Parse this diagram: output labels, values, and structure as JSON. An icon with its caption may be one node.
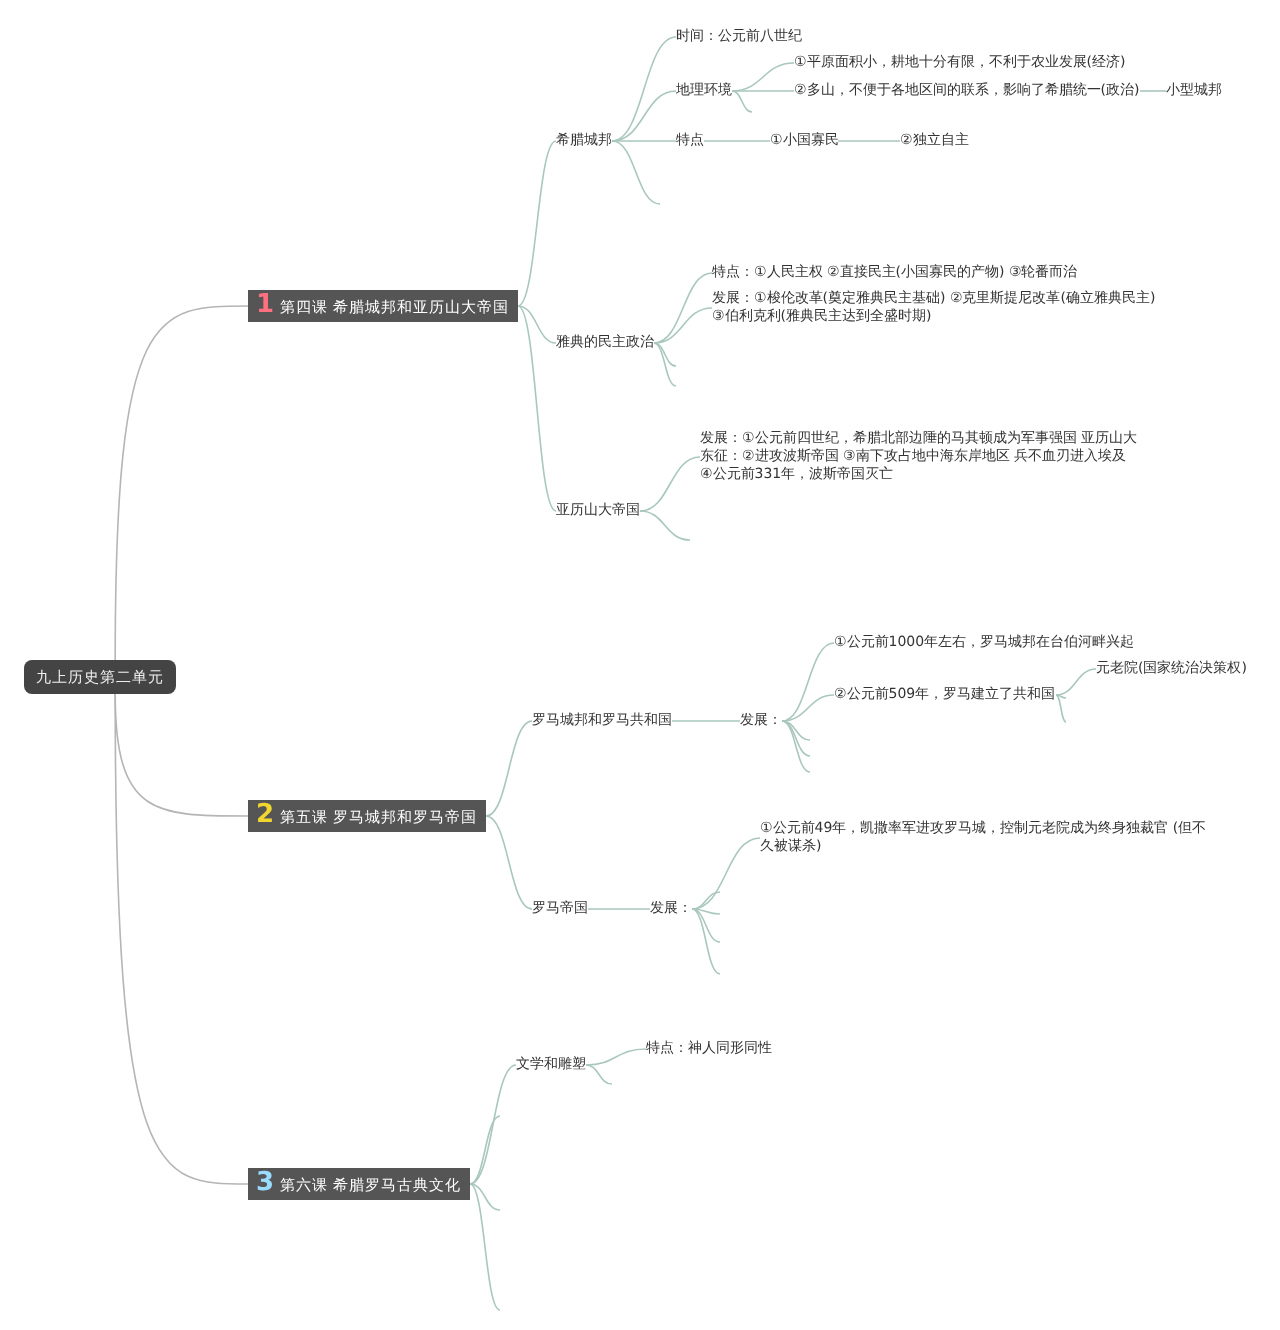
{
  "diagram": {
    "nodes": [
      {
        "text": [
          "九上历史第二单元"
        ]
      },
      {
        "text": [
          "1",
          "第四课 希腊城邦和亚历山大帝国"
        ]
      },
      {
        "text": [
          "2",
          "第五课 罗马城邦和罗马帝国"
        ]
      },
      {
        "text": [
          "3",
          "第六课 希腊罗马古典文化"
        ]
      },
      {
        "text": [
          "希腊城邦"
        ]
      },
      {
        "text": [
          "雅典的民主政治"
        ]
      },
      {
        "text": [
          "亚历山大帝国"
        ]
      },
      {
        "text": [
          "时间：公元前八世纪"
        ]
      },
      {
        "text": [
          "地理环境"
        ]
      },
      {
        "text": [
          "特点"
        ]
      },
      {
        "text": [
          "①平原面积小，耕地十分有限，不利于农业发展(经济)"
        ]
      },
      {
        "text": [
          "②多山，不便于各地区间的联系，影响了希腊统一(政治)"
        ]
      },
      {
        "text": [
          "小型城邦"
        ]
      },
      {
        "text": [
          "①小国寡民"
        ]
      },
      {
        "text": [
          "②独立自主"
        ]
      },
      {
        "text": [
          "特点：①人民主权 ②直接民主(小国寡民的产物) ③轮番而治"
        ]
      },
      {
        "text": [
          "发展：①梭伦改革(奠定雅典民主基础) ②克里斯提尼改革(确立雅典民主) ③伯利克利(雅典民主达到全盛时期)"
        ]
      },
      {
        "text": [
          "发展：①公元前四世纪，希腊北部边陲的马其顿成为军事强国 亚历山大东征：②进攻波斯帝国 ③南下攻占地中海东岸地区 兵不血刃进入埃及 ④公元前331年，波斯帝国灭亡"
        ]
      },
      {
        "text": [
          "罗马城邦和罗马共和国"
        ]
      },
      {
        "text": [
          "罗马帝国"
        ]
      },
      {
        "text": [
          "发展："
        ]
      },
      {
        "text": [
          "①公元前1000年左右，罗马城邦在台伯河畔兴起"
        ]
      },
      {
        "text": [
          "②公元前509年，罗马建立了共和国"
        ]
      },
      {
        "text": [
          "元老院(国家统治决策权)"
        ]
      },
      {
        "text": [
          "发展："
        ]
      },
      {
        "text": [
          "①公元前49年，凯撒率军进攻罗马城，控制元老院成为终身独裁官 (但不久被谋杀)"
        ]
      },
      {
        "text": [
          "文学和雕塑"
        ]
      },
      {
        "text": [
          "特点：神人同形同性"
        ]
      }
    ],
    "edges": [
      {
        "from": 0,
        "to": 1,
        "arrow": "none"
      },
      {
        "from": 0,
        "to": 2,
        "arrow": "none"
      },
      {
        "from": 0,
        "to": 3,
        "arrow": "none"
      },
      {
        "from": 1,
        "to": 4,
        "arrow": "none"
      },
      {
        "from": 1,
        "to": 5,
        "arrow": "none"
      },
      {
        "from": 1,
        "to": 6,
        "arrow": "none"
      },
      {
        "from": 4,
        "to": 7,
        "arrow": "none"
      },
      {
        "from": 4,
        "to": 8,
        "arrow": "none"
      },
      {
        "from": 4,
        "to": 9,
        "arrow": "none"
      },
      {
        "from": 4,
        "to": null,
        "arrow": "none"
      },
      {
        "from": 8,
        "to": 10,
        "arrow": "none"
      },
      {
        "from": 8,
        "to": 11,
        "arrow": "none"
      },
      {
        "from": 8,
        "to": null,
        "arrow": "none"
      },
      {
        "from": 11,
        "to": 12,
        "arrow": "none"
      },
      {
        "from": 9,
        "to": 13,
        "arrow": "none"
      },
      {
        "from": 13,
        "to": 14,
        "arrow": "none"
      },
      {
        "from": 5,
        "to": 15,
        "arrow": "none"
      },
      {
        "from": 5,
        "to": 16,
        "arrow": "none"
      },
      {
        "from": 5,
        "to": null,
        "arrow": "none"
      },
      {
        "from": 5,
        "to": null,
        "arrow": "none"
      },
      {
        "from": 6,
        "to": 17,
        "arrow": "none"
      },
      {
        "from": 6,
        "to": null,
        "arrow": "none"
      },
      {
        "from": 2,
        "to": 18,
        "arrow": "none"
      },
      {
        "from": 2,
        "to": 19,
        "arrow": "none"
      },
      {
        "from": 18,
        "to": 20,
        "arrow": "none"
      },
      {
        "from": 20,
        "to": 21,
        "arrow": "none"
      },
      {
        "from": 20,
        "to": 22,
        "arrow": "none"
      },
      {
        "from": 20,
        "to": null,
        "arrow": "none"
      },
      {
        "from": 20,
        "to": null,
        "arrow": "none"
      },
      {
        "from": 20,
        "to": null,
        "arrow": "none"
      },
      {
        "from": 22,
        "to": 23,
        "arrow": "none"
      },
      {
        "from": 22,
        "to": null,
        "arrow": "none"
      },
      {
        "from": 22,
        "to": null,
        "arrow": "none"
      },
      {
        "from": 19,
        "to": 24,
        "arrow": "none"
      },
      {
        "from": 24,
        "to": 25,
        "arrow": "none"
      },
      {
        "from": 24,
        "to": null,
        "arrow": "none"
      },
      {
        "from": 24,
        "to": null,
        "arrow": "none"
      },
      {
        "from": 24,
        "to": null,
        "arrow": "none"
      },
      {
        "from": 24,
        "to": null,
        "arrow": "none"
      },
      {
        "from": 3,
        "to": 26,
        "arrow": "none"
      },
      {
        "from": 3,
        "to": null,
        "arrow": "none"
      },
      {
        "from": 3,
        "to": null,
        "arrow": "none"
      },
      {
        "from": 3,
        "to": null,
        "arrow": "none"
      },
      {
        "from": 26,
        "to": 27,
        "arrow": "none"
      },
      {
        "from": 26,
        "to": null,
        "arrow": "none"
      }
    ]
  }
}
